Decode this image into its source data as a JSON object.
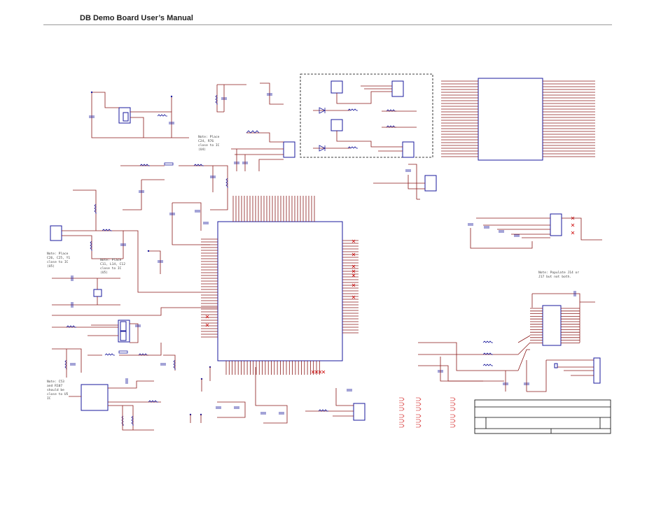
{
  "header": {
    "title": "DB Demo Board User’s Manual"
  },
  "notes": {
    "note1": [
      "Note: Place",
      "C24, R76",
      "close to IC",
      "(U4)"
    ],
    "note2": [
      "Note: Place",
      "C26, C25, Y1",
      "close to IC",
      "(U5)"
    ],
    "note3": [
      "Note: Place",
      "C11, L14, C12",
      "close to IC",
      "(U5)"
    ],
    "note4": [
      "Note: Populate J14 or",
      "J17 but not both."
    ],
    "note5": [
      "Note: C53",
      "and R107",
      "should be",
      "close to U5",
      "IC"
    ]
  },
  "colors": {
    "wire": "#8b1a1a",
    "component": "#1a1a9c",
    "no_connect": "#cc0000",
    "frame": "#000000",
    "header_rule": "#9a9a9a"
  }
}
